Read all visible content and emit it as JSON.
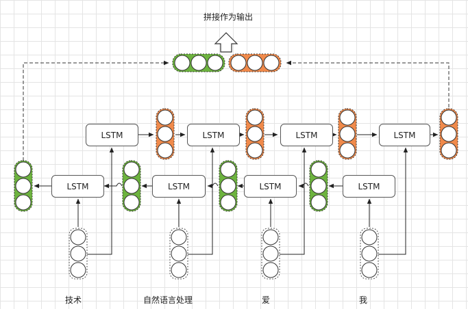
{
  "title": "拼接作为输出",
  "lstm_label": "LSTM",
  "words": [
    "技术",
    "自然语言处理",
    "爱",
    "我"
  ],
  "colors": {
    "forward": "#f08a4b",
    "backward": "#6db33f",
    "line": "#222222",
    "dotted": "#555555"
  },
  "icons": [
    "up-arrow-icon"
  ]
}
